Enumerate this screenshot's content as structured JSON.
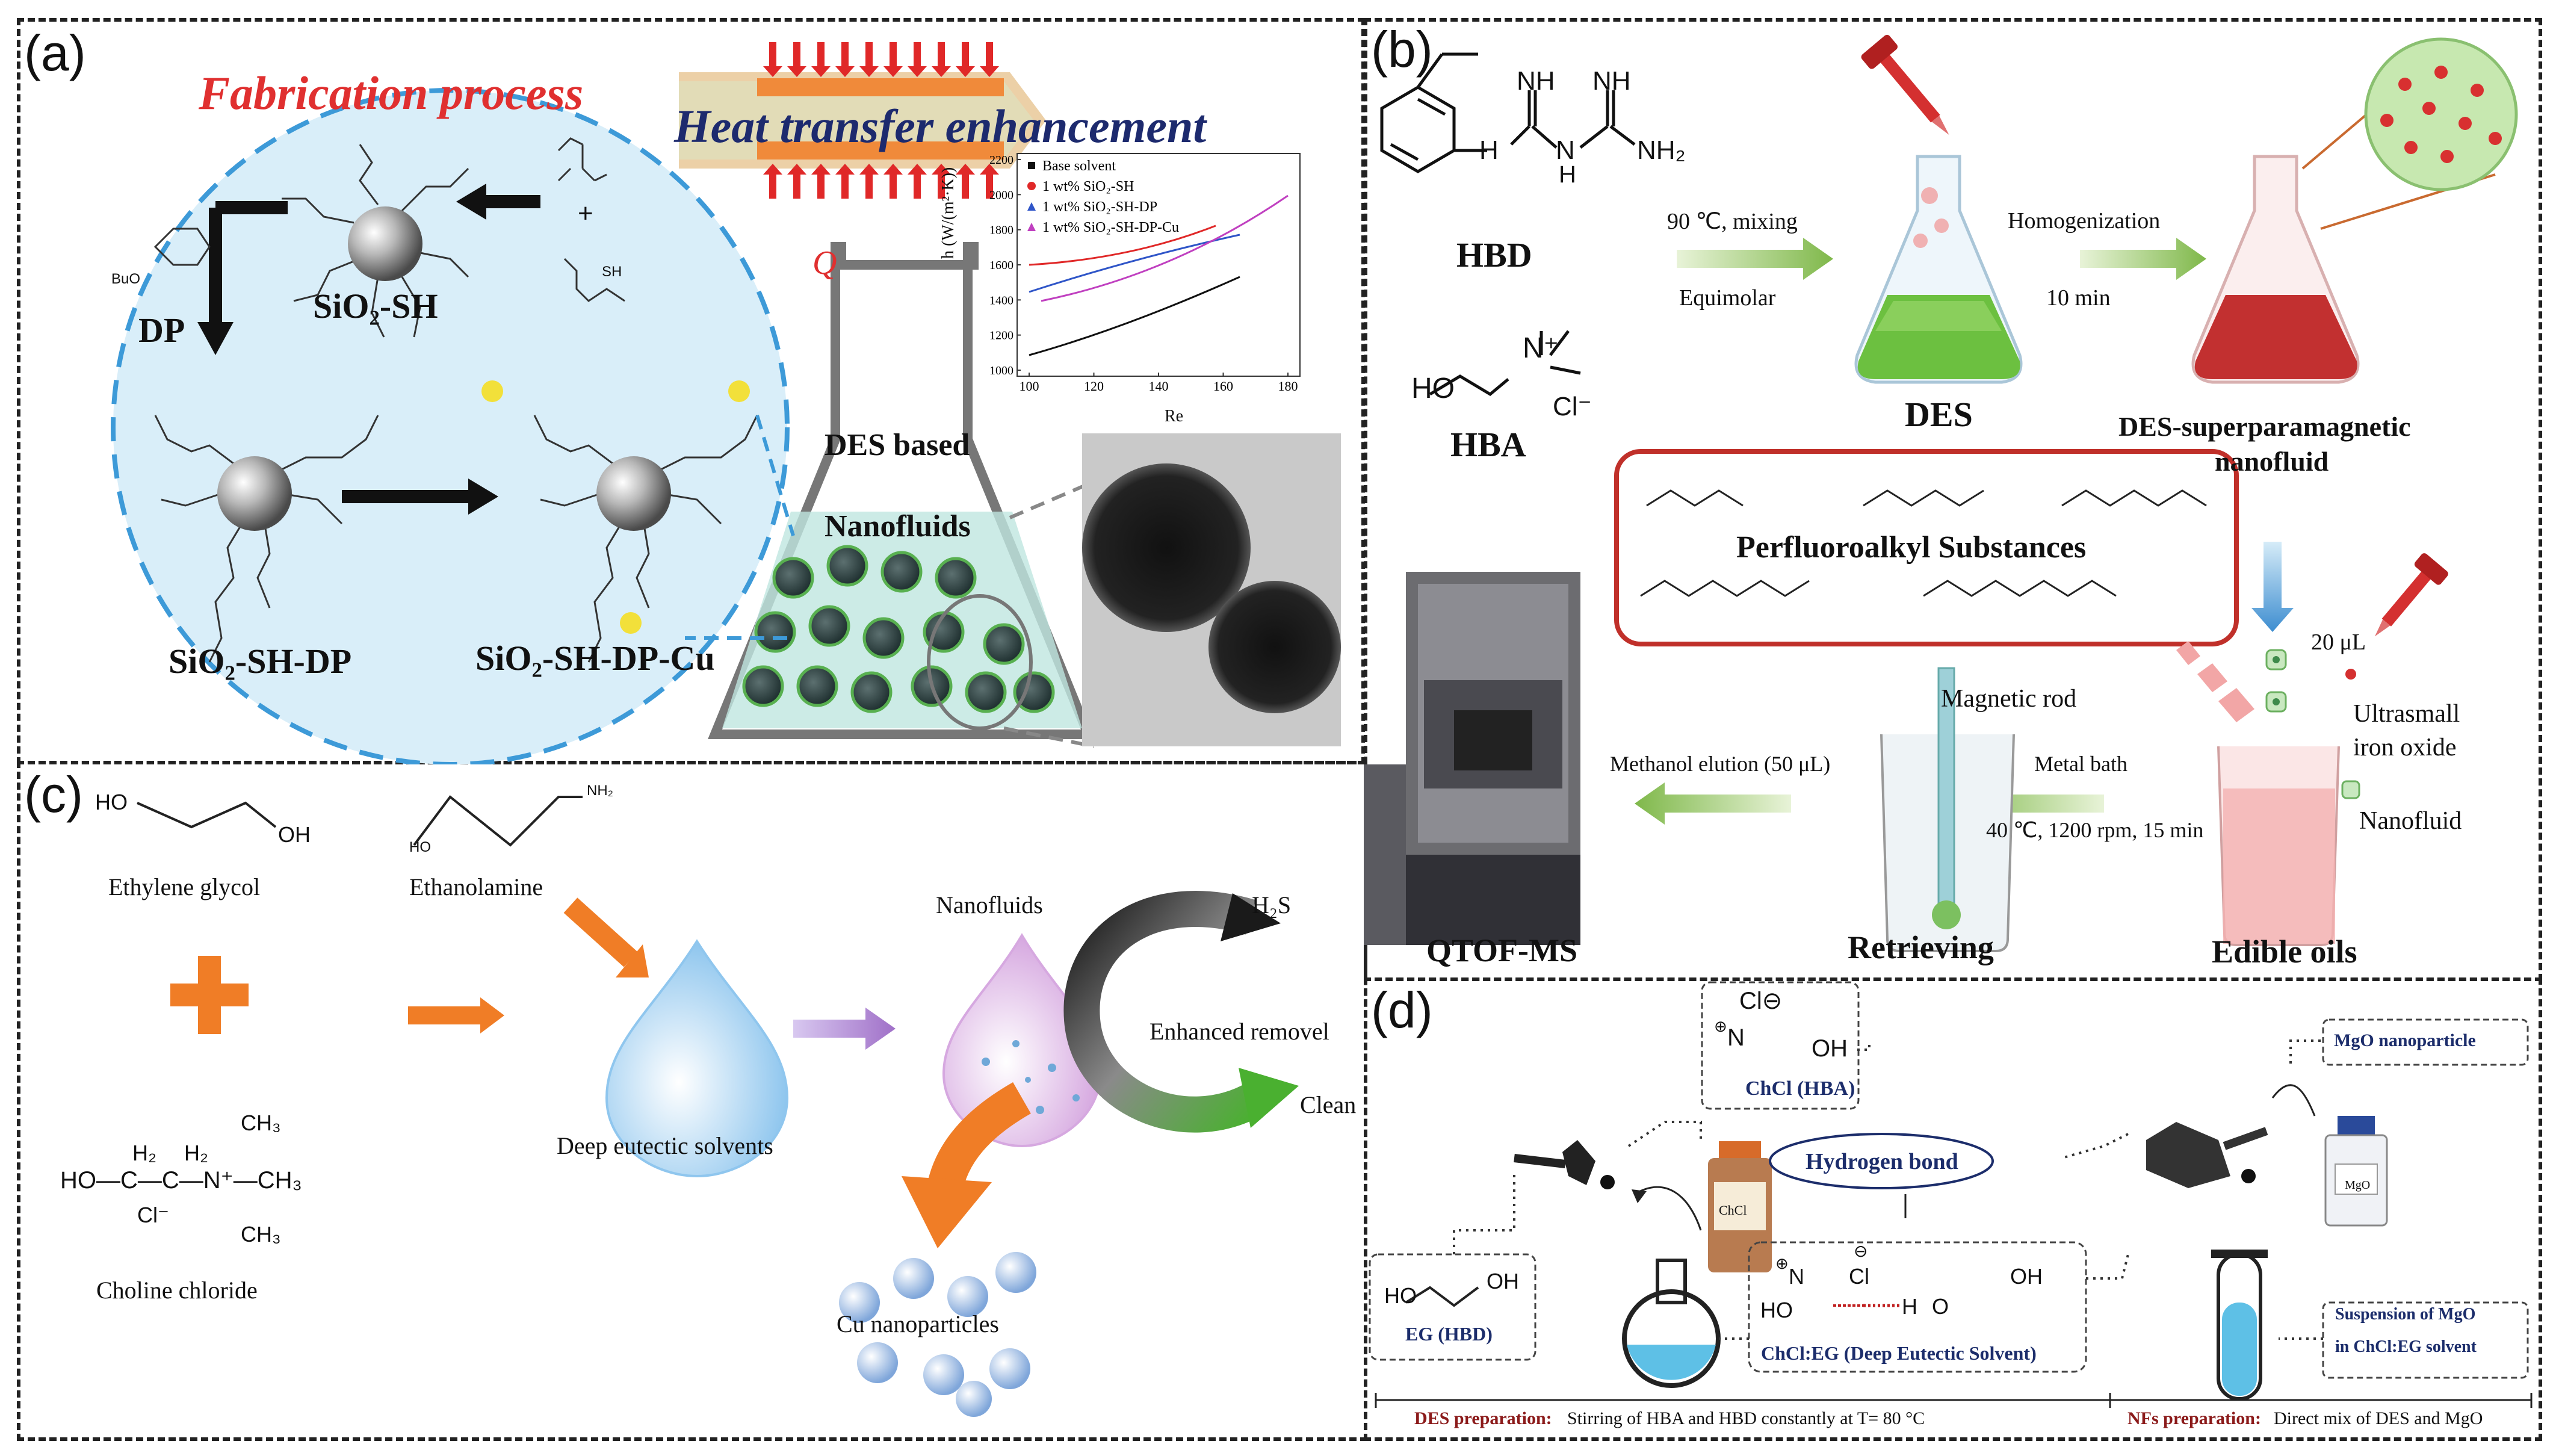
{
  "panels": {
    "a": {
      "label": "(a)",
      "fabrication_title": "Fabrication process",
      "heat_title": "Heat transfer enhancement",
      "structures": {
        "sio2_sh": "SiO₂-SH",
        "dp": "DP",
        "sio2_sh_dp": "SiO₂-SH-DP",
        "sio2_sh_dp_cu": "SiO₂-SH-DP-Cu",
        "sh": "SH",
        "plus": "+",
        "buo": "BuO"
      },
      "flask_text_1": "DES based",
      "flask_text_2": "Nanofluids",
      "q_label": "Q",
      "chart": {
        "ylabel": "h (W/(m²·K))",
        "xlabel": "Re",
        "xticks": [
          "100",
          "120",
          "140",
          "160",
          "180"
        ],
        "yticks": [
          "1000",
          "1200",
          "1400",
          "1600",
          "1800",
          "2000",
          "2200"
        ],
        "legend": [
          "Base solvent",
          "1 wt% SiO₂-SH",
          "1 wt% SiO₂-SH-DP",
          "1 wt% SiO₂-SH-DP-Cu"
        ]
      }
    },
    "b": {
      "label": "(b)",
      "hbd": "HBD",
      "hba": "HBA",
      "nh_1": "NH",
      "nh_2": "NH",
      "nh2": "NH₂",
      "h_1": "H",
      "h_2": "H",
      "n_1": "N",
      "ho": "HO",
      "n_plus": "N⁺",
      "cl_minus": "Cl⁻",
      "step1_top": "90 ℃, mixing",
      "step1_bottom": "Equimolar",
      "des": "DES",
      "step2_top": "Homogenization",
      "step2_bottom": "10 min",
      "des_magnetic_1": "DES-superparamagnetic",
      "des_magnetic_2": "nanofluid",
      "pfas": "Perfluoroalkyl Substances",
      "volume": "20 μL",
      "ultrasmall_1": "Ultrasmall",
      "ultrasmall_2": "iron oxide",
      "nanofluid": "Nanofluid",
      "edible_oils": "Edible oils",
      "metal_bath_1": "Metal bath",
      "metal_bath_2": "40 ℃, 1200 rpm, 15 min",
      "magnetic_rod": "Magnetic rod",
      "retrieving": "Retrieving",
      "methanol": "Methanol elution (50 μL)",
      "qtof": "QTOF-MS"
    },
    "c": {
      "label": "(c)",
      "ethylene_glycol": "Ethylene glycol",
      "ethanolamine": "Ethanolamine",
      "choline_chloride": "Choline chloride",
      "des": "Deep eutectic solvents",
      "nanofluids": "Nanofluids",
      "cu_np": "Cu nanoparticles",
      "h2s": "H₂S",
      "enhanced": "Enhanced removel",
      "clean": "Clean",
      "ho": "HO",
      "oh": "OH",
      "nh2": "NH₂",
      "h2_1": "H₂",
      "h2_2": "H₂",
      "ho_c": "HO—C—C—N⁺—CH₃",
      "ch3_top": "CH₃",
      "ch3_bottom": "CH₃",
      "cl": "Cl⁻"
    },
    "d": {
      "label": "(d)",
      "chcl_hba": "ChCl (HBA)",
      "cl_ion": "Cl⊖",
      "chcl_bottle": "ChCl",
      "hydrogen_bond": "Hydrogen bond",
      "mgo_np": "MgO nanoparticle",
      "mgo_bottle": "MgO",
      "eg_hbd": "EG (HBD)",
      "des_name": "ChCl:EG (Deep Eutectic Solvent)",
      "suspension_1": "Suspension of MgO",
      "suspension_2": "in ChCl:EG solvent",
      "des_prep_label": "DES preparation:",
      "des_prep_text": "Stirring of HBA and HBD constantly at T= 80 °C",
      "nfs_prep_label": "NFs preparation:",
      "nfs_prep_text": "Direct mix of DES and MgO",
      "ho": "HO",
      "oh": "OH",
      "h": "H",
      "o": "O",
      "cl": "Cl",
      "n": "N",
      "o_minus": "⊖",
      "n_plus": "⊕"
    }
  },
  "colors": {
    "fabrication_red": "#e03030",
    "heat_navy": "#1d2a6e",
    "circle_bg": "#d9eef9",
    "circle_border": "#3d9ad8",
    "green_arrow": "#8bbf55",
    "orange": "#f07d26",
    "pfas_border": "#c0302a",
    "dark_red": "#8b1a1a",
    "navy_text": "#1c2d6b"
  }
}
